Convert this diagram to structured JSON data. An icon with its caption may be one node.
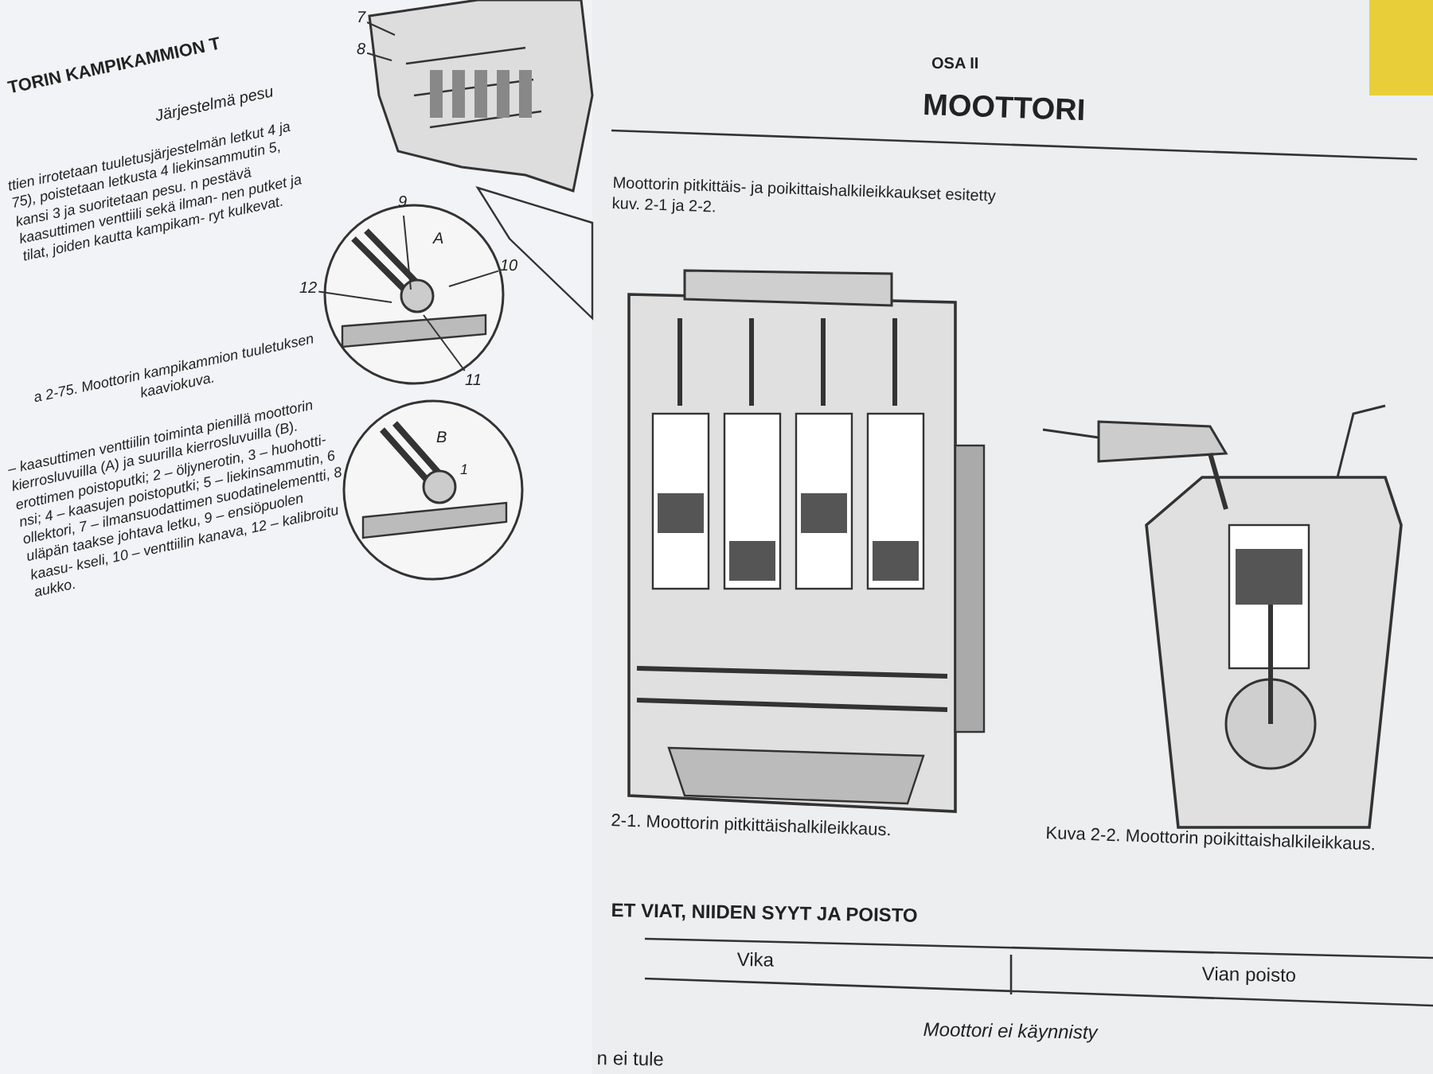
{
  "diagram": {
    "title": "MOOTTORI",
    "nodes": [
      {
        "text": [
          "7"
        ]
      },
      {
        "text": [
          "8"
        ]
      },
      {
        "text": [
          "9"
        ]
      },
      {
        "text": [
          "10"
        ]
      },
      {
        "text": [
          "11"
        ]
      },
      {
        "text": [
          "12"
        ]
      }
    ],
    "edges": [
      {
        "from": 0,
        "to": null,
        "arrow": "none"
      },
      {
        "from": 1,
        "to": null,
        "arrow": "none"
      },
      {
        "from": 2,
        "to": null,
        "arrow": "none"
      },
      {
        "from": 3,
        "to": null,
        "arrow": "none"
      },
      {
        "from": 4,
        "to": null,
        "arrow": "none"
      },
      {
        "from": 5,
        "to": null,
        "arrow": "none"
      }
    ],
    "labels": [
      "TORIN KAMPIKAMMION T",
      "Järjestelmä pesu",
      "ttien irrotetaan tuuletusjärjestelmän letkut 4 ja 75), poistetaan letkusta 4 liekinsammutin 5, kansi 3 ja suoritetaan pesu. n pestävä kaasuttimen venttiili sekä ilman- nen putket ja tilat, joiden kautta kampikam- ryt kulkevat.",
      "a 2-75. Moottorin kampikammion tuuletuksen kaaviokuva.",
      "– kaasuttimen venttiilin toiminta pienillä moottorin kierrosluvuilla (A) ja suurilla kierrosluvuilla (B). erottimen poistoputki; 2 – öljynerotin, 3 – huohotti- nsi; 4 – kaasujen poistoputki; 5 – liekinsammutin, 6 ollektori, 7 – ilmansuodattimen suodatinelementti, 8 uläpän taakse johtava letku, 9 – ensiöpuolen kaasu- kseli, 10 – venttiilin kanava, 12 – kalibroitu aukko.",
      "A",
      "B",
      "1",
      "OSA II",
      "Moottorin pitkittäis- ja poikittaishalkileikkaukset esitetty kuv. 2-1 ja 2-2.",
      "2-1. Moottorin pitkittäishalkileikkaus.",
      "Kuva 2-2. Moottorin poikittaishalkileikkaus.",
      "ET VIAT, NIIDEN SYYT JA POISTO",
      "Vika",
      "Vian poisto",
      "Moottori ei käynnisty",
      "n ei tule"
    ]
  }
}
